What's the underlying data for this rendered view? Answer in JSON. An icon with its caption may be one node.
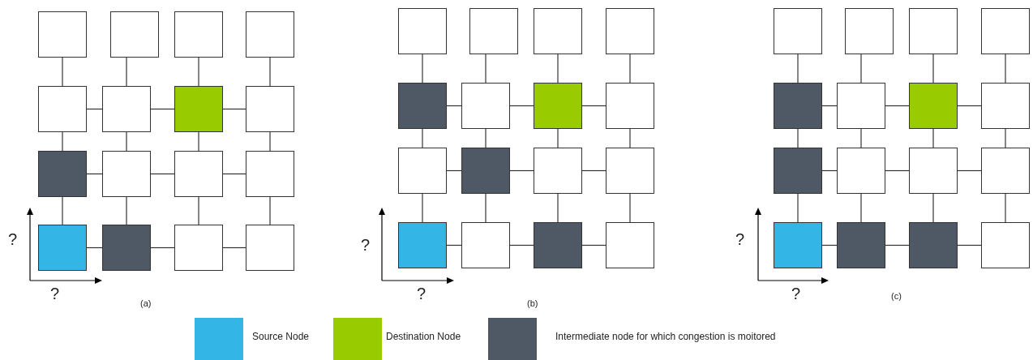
{
  "diagram": {
    "nodes": [
      {
        "text": [],
        "shape": "box"
      },
      {
        "text": [],
        "shape": "box"
      },
      {
        "text": [],
        "shape": "box"
      },
      {
        "text": [],
        "shape": "box"
      },
      {
        "text": [],
        "shape": "box"
      },
      {
        "text": [],
        "shape": "box"
      },
      {
        "text": [],
        "shape": "box"
      },
      {
        "text": [],
        "shape": "box"
      },
      {
        "text": [],
        "shape": "box"
      },
      {
        "text": [],
        "shape": "box"
      },
      {
        "text": [],
        "shape": "box"
      },
      {
        "text": [],
        "shape": "box"
      },
      {
        "text": [],
        "shape": "box"
      },
      {
        "text": [],
        "shape": "box"
      },
      {
        "text": [],
        "shape": "box"
      },
      {
        "text": [],
        "shape": "box"
      },
      {
        "text": [],
        "shape": "box"
      },
      {
        "text": [],
        "shape": "box"
      },
      {
        "text": [],
        "shape": "box"
      },
      {
        "text": [],
        "shape": "box"
      },
      {
        "text": [],
        "shape": "box"
      },
      {
        "text": [],
        "shape": "box"
      },
      {
        "text": [],
        "shape": "box"
      },
      {
        "text": [],
        "shape": "box"
      },
      {
        "text": [],
        "shape": "box"
      },
      {
        "text": [],
        "shape": "box"
      },
      {
        "text": [],
        "shape": "box"
      },
      {
        "text": [],
        "shape": "box"
      },
      {
        "text": [],
        "shape": "box"
      },
      {
        "text": [],
        "shape": "box"
      },
      {
        "text": [],
        "shape": "box"
      },
      {
        "text": [],
        "shape": "box"
      },
      {
        "text": [],
        "shape": "box"
      },
      {
        "text": [],
        "shape": "box"
      },
      {
        "text": [],
        "shape": "box"
      },
      {
        "text": [],
        "shape": "box"
      },
      {
        "text": [],
        "shape": "box"
      },
      {
        "text": [],
        "shape": "box"
      },
      {
        "text": [],
        "shape": "box"
      },
      {
        "text": [],
        "shape": "box"
      },
      {
        "text": [],
        "shape": "box"
      },
      {
        "text": [],
        "shape": "box"
      },
      {
        "text": [],
        "shape": "box"
      },
      {
        "text": [],
        "shape": "box"
      },
      {
        "text": [],
        "shape": "box"
      },
      {
        "text": [],
        "shape": "box"
      },
      {
        "text": [],
        "shape": "box"
      },
      {
        "text": [],
        "shape": "box"
      }
    ],
    "edges": [
      {
        "from": 0,
        "to": 4,
        "arrow": "none"
      },
      {
        "from": 1,
        "to": 5,
        "arrow": "none"
      },
      {
        "from": 2,
        "to": 6,
        "arrow": "none"
      },
      {
        "from": 3,
        "to": 7,
        "arrow": "none"
      },
      {
        "from": 4,
        "to": 5,
        "arrow": "none"
      },
      {
        "from": 5,
        "to": 6,
        "arrow": "none"
      },
      {
        "from": 6,
        "to": 7,
        "arrow": "none"
      },
      {
        "from": 4,
        "to": 8,
        "arrow": "none"
      },
      {
        "from": 5,
        "to": 9,
        "arrow": "none"
      },
      {
        "from": 6,
        "to": 10,
        "arrow": "none"
      },
      {
        "from": 7,
        "to": 11,
        "arrow": "none"
      },
      {
        "from": 8,
        "to": 9,
        "arrow": "none"
      },
      {
        "from": 9,
        "to": 10,
        "arrow": "none"
      },
      {
        "from": 10,
        "to": 11,
        "arrow": "none"
      },
      {
        "from": 8,
        "to": 12,
        "arrow": "none"
      },
      {
        "from": 9,
        "to": 13,
        "arrow": "none"
      },
      {
        "from": 10,
        "to": 14,
        "arrow": "none"
      },
      {
        "from": 11,
        "to": 15,
        "arrow": "none"
      },
      {
        "from": 12,
        "to": 13,
        "arrow": "none"
      },
      {
        "from": 13,
        "to": 14,
        "arrow": "none"
      },
      {
        "from": 14,
        "to": 15,
        "arrow": "none"
      },
      {
        "from": 16,
        "to": 20,
        "arrow": "none"
      },
      {
        "from": 17,
        "to": 21,
        "arrow": "none"
      },
      {
        "from": 18,
        "to": 22,
        "arrow": "none"
      },
      {
        "from": 19,
        "to": 23,
        "arrow": "none"
      },
      {
        "from": 20,
        "to": 21,
        "arrow": "none"
      },
      {
        "from": 21,
        "to": 22,
        "arrow": "none"
      },
      {
        "from": 22,
        "to": 23,
        "arrow": "none"
      },
      {
        "from": 20,
        "to": 24,
        "arrow": "none"
      },
      {
        "from": 21,
        "to": 25,
        "arrow": "none"
      },
      {
        "from": 22,
        "to": 26,
        "arrow": "none"
      },
      {
        "from": 23,
        "to": 27,
        "arrow": "none"
      },
      {
        "from": 24,
        "to": 25,
        "arrow": "none"
      },
      {
        "from": 25,
        "to": 26,
        "arrow": "none"
      },
      {
        "from": 26,
        "to": 27,
        "arrow": "none"
      },
      {
        "from": 24,
        "to": 28,
        "arrow": "none"
      },
      {
        "from": 25,
        "to": 29,
        "arrow": "none"
      },
      {
        "from": 26,
        "to": 30,
        "arrow": "none"
      },
      {
        "from": 27,
        "to": 31,
        "arrow": "none"
      },
      {
        "from": 28,
        "to": 29,
        "arrow": "none"
      },
      {
        "from": 29,
        "to": 30,
        "arrow": "none"
      },
      {
        "from": 30,
        "to": 31,
        "arrow": "none"
      },
      {
        "from": 32,
        "to": 36,
        "arrow": "none"
      },
      {
        "from": 33,
        "to": 37,
        "arrow": "none"
      },
      {
        "from": 34,
        "to": 38,
        "arrow": "none"
      },
      {
        "from": 35,
        "to": 39,
        "arrow": "none"
      },
      {
        "from": 36,
        "to": 37,
        "arrow": "none"
      },
      {
        "from": 37,
        "to": 38,
        "arrow": "none"
      },
      {
        "from": 38,
        "to": 39,
        "arrow": "none"
      },
      {
        "from": 36,
        "to": 40,
        "arrow": "none"
      },
      {
        "from": 37,
        "to": 41,
        "arrow": "none"
      },
      {
        "from": 38,
        "to": 42,
        "arrow": "none"
      },
      {
        "from": 39,
        "to": 43,
        "arrow": "none"
      },
      {
        "from": 40,
        "to": 41,
        "arrow": "none"
      },
      {
        "from": 41,
        "to": 42,
        "arrow": "none"
      },
      {
        "from": 42,
        "to": 43,
        "arrow": "none"
      },
      {
        "from": 40,
        "to": 44,
        "arrow": "none"
      },
      {
        "from": 41,
        "to": 45,
        "arrow": "none"
      },
      {
        "from": 42,
        "to": 46,
        "arrow": "none"
      },
      {
        "from": 43,
        "to": 47,
        "arrow": "none"
      },
      {
        "from": 44,
        "to": 45,
        "arrow": "none"
      },
      {
        "from": 45,
        "to": 46,
        "arrow": "none"
      },
      {
        "from": 46,
        "to": 47,
        "arrow": "none"
      }
    ],
    "labels": [
      "?",
      "?",
      "(a)",
      "?",
      "?",
      "(b)",
      "?",
      "?",
      "(c)"
    ],
    "legend": [
      {
        "text": "Source Node",
        "color": "#33b5e5"
      },
      {
        "text": "Destination Node",
        "color": "#99cc00"
      },
      {
        "text": "Intermediate node for which congestion is moitored",
        "color": "#4f5966"
      }
    ]
  }
}
